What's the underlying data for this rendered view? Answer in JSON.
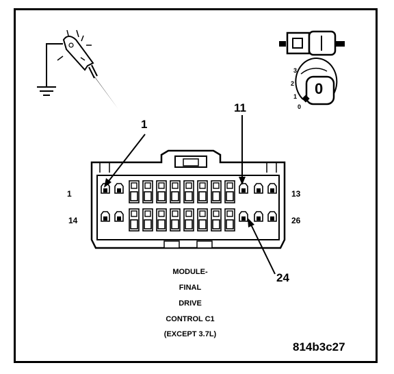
{
  "connector": {
    "pin_labels": {
      "row1_left": "1",
      "row1_right": "13",
      "row2_left": "14",
      "row2_right": "26"
    },
    "callouts": [
      "1",
      "11",
      "24"
    ],
    "title_lines": [
      "MODULE-",
      "FINAL",
      "DRIVE",
      "CONTROL C1",
      "(EXCEPT 3.7L)"
    ]
  },
  "ignition_switch": {
    "positions": [
      "3",
      "2",
      "1",
      "0"
    ],
    "key_label": "0"
  },
  "figure_id": "814b3c27"
}
